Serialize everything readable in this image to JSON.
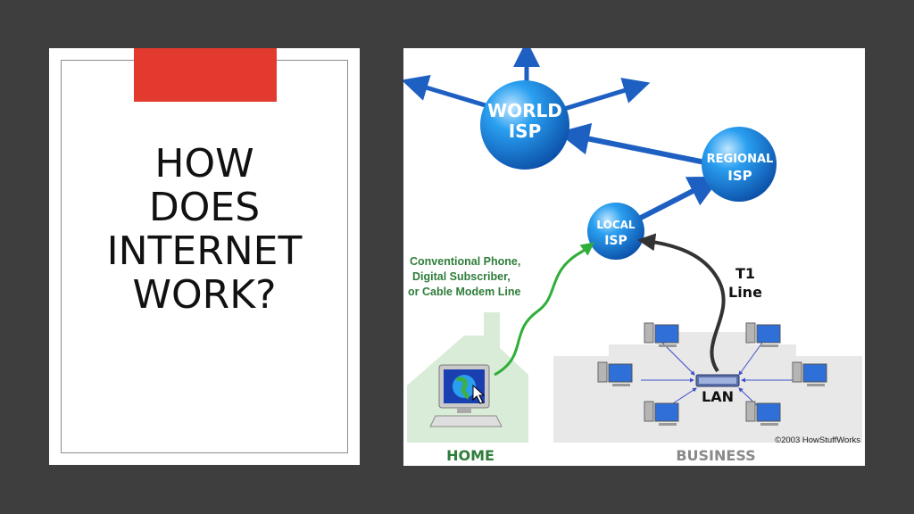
{
  "slide": {
    "title_lines": [
      "HOW",
      "DOES",
      "INTERNET",
      "WORK?"
    ],
    "accent_color": "#e23a2e"
  },
  "diagram": {
    "nodes": {
      "world_isp": [
        "WORLD",
        "ISP"
      ],
      "regional_isp": [
        "REGIONAL",
        "ISP"
      ],
      "local_isp": [
        "LOCAL",
        "ISP"
      ],
      "lan": "LAN"
    },
    "labels": {
      "phone_line": [
        "Conventional Phone,",
        "Digital Subscriber,",
        "or Cable Modem Line"
      ],
      "t1_line": [
        "T1",
        "Line"
      ],
      "home": "HOME",
      "business": "BUSINESS",
      "copyright": "©2003 HowStuffWorks"
    },
    "colors": {
      "isp_blue": "#1f8ee0",
      "link_blue": "#1e5fc2",
      "phone_line_green": "#2fae3a",
      "label_green": "#2f7d3a",
      "t1_line": "#333333"
    }
  }
}
